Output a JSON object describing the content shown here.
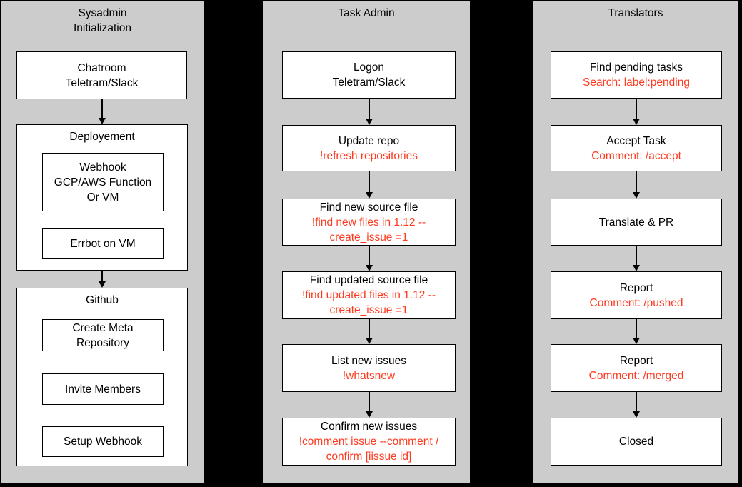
{
  "colors": {
    "background": "#000000",
    "lane-gray": "#cccccc",
    "node-white": "#ffffff",
    "text-black": "#000000",
    "command-red": "#ff3a1f"
  },
  "lanes": [
    {
      "title": "Sysadmin\nInitialization",
      "nodes": [
        {
          "title": "Chatroom\nTeletram/Slack"
        },
        {
          "title": "Deployement",
          "children": [
            {
              "title": "Webhook\nGCP/AWS Function\nOr VM"
            },
            {
              "title": "Errbot on VM"
            }
          ]
        },
        {
          "title": "Github",
          "children": [
            {
              "title": "Create Meta\nRepository"
            },
            {
              "title": "Invite Members"
            },
            {
              "title": "Setup Webhook"
            }
          ]
        }
      ]
    },
    {
      "title": "Task Admin",
      "nodes": [
        {
          "title": "Logon\nTeletram/Slack",
          "command": ""
        },
        {
          "title": "Update repo",
          "command": "!refresh repositories"
        },
        {
          "title": "Find new source file",
          "command": "!find new files in 1.12 --\ncreate_issue =1"
        },
        {
          "title": "Find updated source file",
          "command": "!find updated files in 1.12 --\ncreate_issue =1"
        },
        {
          "title": "List new issues",
          "command": "!whatsnew"
        },
        {
          "title": "Confirm new issues",
          "command": "!comment issue --comment /\nconfirm [iissue id]"
        }
      ]
    },
    {
      "title": "Translators",
      "nodes": [
        {
          "title": "Find pending tasks",
          "command": "Search: label:pending"
        },
        {
          "title": "Accept Task",
          "command": "Comment: /accept"
        },
        {
          "title": "Translate & PR",
          "command": ""
        },
        {
          "title": "Report",
          "command": "Comment: /pushed"
        },
        {
          "title": "Report",
          "command": "Comment: /merged"
        },
        {
          "title": "Closed",
          "command": ""
        }
      ]
    }
  ]
}
